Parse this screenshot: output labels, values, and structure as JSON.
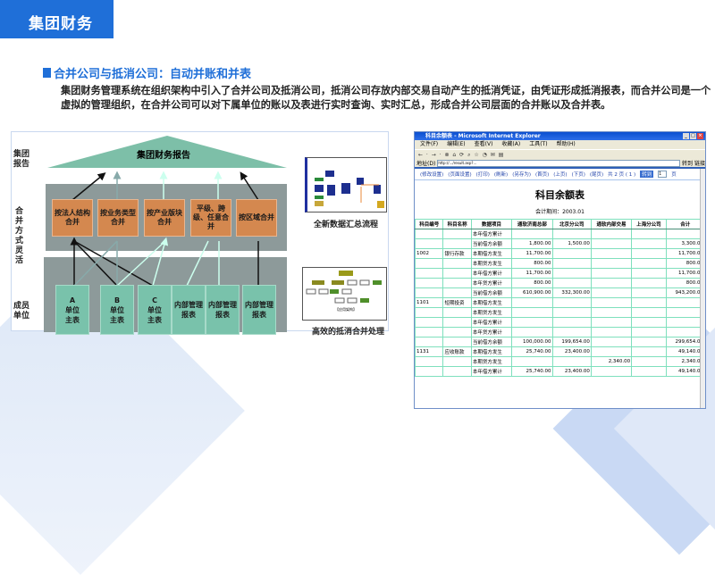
{
  "header": {
    "title": "集团财务"
  },
  "section": {
    "title": "合并公司与抵消公司：自动并账和并表",
    "body": "集团财务管理系统在组织架构中引入了合并公司及抵消公司，抵消公司存放内部交易自动产生的抵消凭证，由凭证形成抵消报表，而合并公司是一个虚拟的管理组织，在合并公司可以对下属单位的账以及表进行实时查询、实时汇总，形成合并公司层面的合并账以及合并表。"
  },
  "diagram": {
    "row_labels": [
      "集团报告",
      "合并方式灵活",
      "成员单位"
    ],
    "roof": "集团财务报告",
    "methods": [
      "按法人结构合并",
      "按业务类型合并",
      "按产业版块合并",
      "平级、跨级、任意合并",
      "按区域合并"
    ],
    "units": [
      "A\n单位\n主表",
      "B\n单位\n主表",
      "C\n单位\n主表",
      "内部管理报表",
      "内部管理报表",
      "内部管理报表"
    ],
    "captions": [
      "全新数据汇总流程",
      "高效的抵消合并处理"
    ],
    "thumb_label": "【应用架构】"
  },
  "browser": {
    "title": "科目余额表 - Microsoft Internet Explorer",
    "menu": [
      "文件(F)",
      "编辑(E)",
      "查看(V)",
      "收藏(A)",
      "工具(T)",
      "帮助(H)"
    ],
    "address_label": "地址(D)",
    "address": "http://.../result.asp?...",
    "go": "转到",
    "links": "链接",
    "nav": [
      "(修改设置)",
      "(页面设置)",
      "(打印)",
      "(刷新)",
      "(另存为)",
      "(首页)",
      "(上页)",
      "(下页)",
      "(尾页)"
    ],
    "page_info": "共 2 页 ( 1 )",
    "goto": "转到",
    "page_input": "1",
    "page_suffix": "页",
    "report_title": "科目余额表",
    "period": "会计期间：2003.01",
    "columns": [
      "科目编号",
      "科目名称",
      "数据项目",
      "通软济南总部",
      "北京分公司",
      "通软内部交易",
      "上海分公司",
      "合计"
    ],
    "rows": [
      [
        "",
        "",
        "本年借方累计",
        "",
        "",
        "",
        "",
        ""
      ],
      [
        "",
        "",
        "当前借方余额",
        "1,800.00",
        "1,500.00",
        "",
        "",
        "3,300.00"
      ],
      [
        "1002",
        "银行存款",
        "本期借方发生",
        "11,700.00",
        "",
        "",
        "",
        "11,700.00"
      ],
      [
        "",
        "",
        "本期贷方发生",
        "800.00",
        "",
        "",
        "",
        "800.00"
      ],
      [
        "",
        "",
        "本年借方累计",
        "11,700.00",
        "",
        "",
        "",
        "11,700.00"
      ],
      [
        "",
        "",
        "本年贷方累计",
        "800.00",
        "",
        "",
        "",
        "800.00"
      ],
      [
        "",
        "",
        "当前借方余额",
        "610,900.00",
        "332,300.00",
        "",
        "",
        "943,200.00"
      ],
      [
        "1101",
        "短期投资",
        "本期借方发生",
        "",
        "",
        "",
        "",
        ""
      ],
      [
        "",
        "",
        "本期贷方发生",
        "",
        "",
        "",
        "",
        ""
      ],
      [
        "",
        "",
        "本年借方累计",
        "",
        "",
        "",
        "",
        ""
      ],
      [
        "",
        "",
        "本年贷方累计",
        "",
        "",
        "",
        "",
        ""
      ],
      [
        "",
        "",
        "当前借方余额",
        "100,000.00",
        "199,654.00",
        "",
        "",
        "299,654.00"
      ],
      [
        "1131",
        "应收账款",
        "本期借方发生",
        "25,740.00",
        "23,400.00",
        "",
        "",
        "49,140.00"
      ],
      [
        "",
        "",
        "本期贷方发生",
        "",
        "",
        "2,340.00",
        "",
        "2,340.00"
      ],
      [
        "",
        "",
        "本年借方累计",
        "25,740.00",
        "23,400.00",
        "",
        "",
        "49,140.00"
      ]
    ]
  }
}
